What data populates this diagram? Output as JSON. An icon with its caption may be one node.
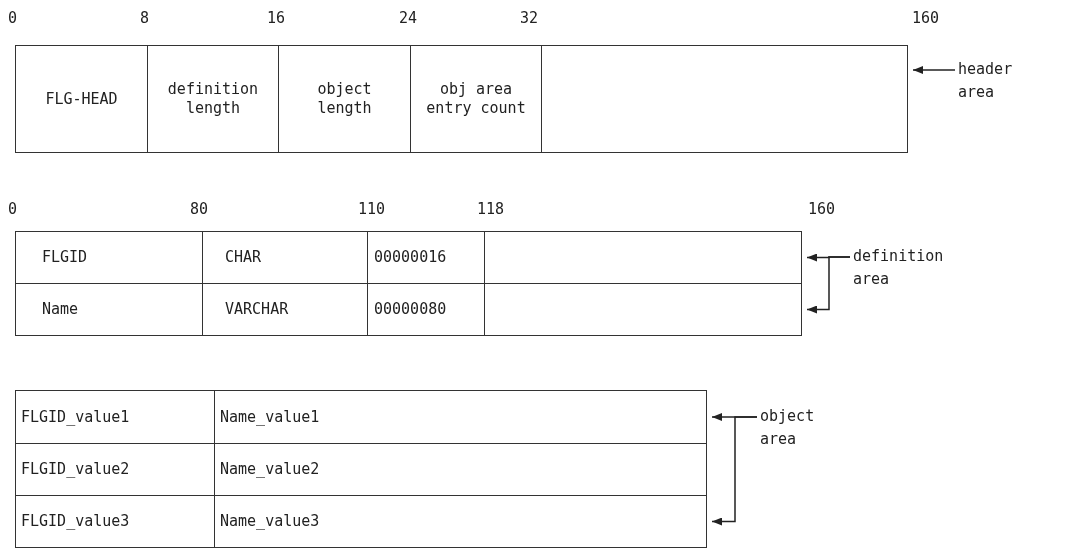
{
  "diagram": {
    "nodes": [
      {
        "text": [
          "FLG-HEAD"
        ]
      },
      {
        "text": [
          "definition length"
        ]
      },
      {
        "text": [
          "object length"
        ]
      },
      {
        "text": [
          "obj area entry count"
        ]
      },
      {
        "text": [],
        "shape": "box"
      },
      {
        "text": [
          "header area"
        ]
      },
      {
        "text": [
          "FLGID"
        ]
      },
      {
        "text": [
          "CHAR"
        ]
      },
      {
        "text": [
          "00000016"
        ]
      },
      {
        "text": [],
        "shape": "box"
      },
      {
        "text": [
          "Name"
        ]
      },
      {
        "text": [
          "VARCHAR"
        ]
      },
      {
        "text": [
          "00000080"
        ]
      },
      {
        "text": [],
        "shape": "box"
      },
      {
        "text": [
          "definition area"
        ]
      },
      {
        "text": [
          "FLGID_value1"
        ]
      },
      {
        "text": [
          "Name_value1"
        ]
      },
      {
        "text": [
          "FLGID_value2"
        ]
      },
      {
        "text": [
          "Name_value2"
        ]
      },
      {
        "text": [
          "FLGID_value3"
        ]
      },
      {
        "text": [
          "Name_value3"
        ]
      },
      {
        "text": [
          "object area"
        ]
      }
    ],
    "edges": [
      {
        "from": 5,
        "to": 4,
        "arrow": "to"
      },
      {
        "from": 14,
        "to": 9,
        "arrow": "to"
      },
      {
        "from": 14,
        "to": 13,
        "arrow": "to"
      },
      {
        "from": 21,
        "to": 16,
        "arrow": "to"
      },
      {
        "from": 21,
        "to": 20,
        "arrow": "to"
      }
    ],
    "labels": [
      "0",
      "8",
      "16",
      "24",
      "32",
      "160",
      "0",
      "80",
      "110",
      "118",
      "160"
    ]
  }
}
